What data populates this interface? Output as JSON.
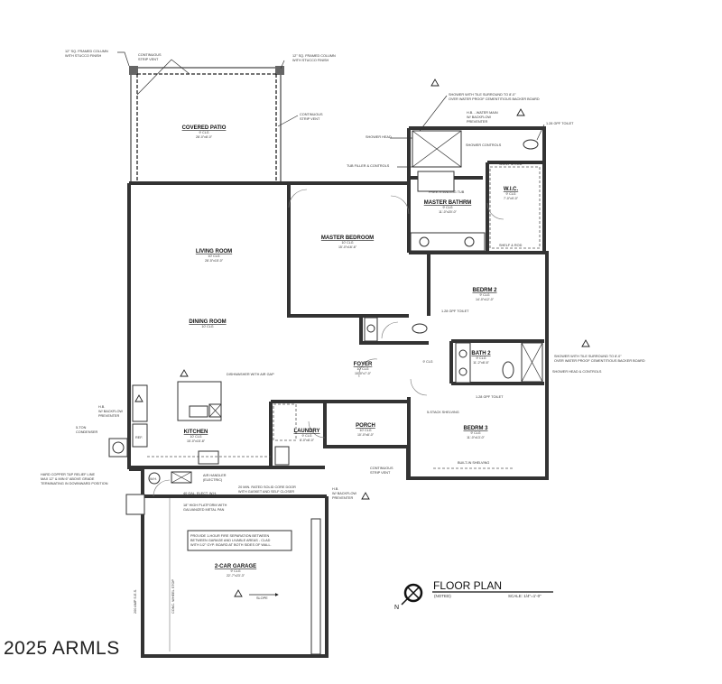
{
  "rooms": {
    "patio": {
      "name": "COVERED PATIO",
      "ceiling": "9' CLG",
      "size": "28'-0\"x8'-0\""
    },
    "living": {
      "name": "LIVING ROOM",
      "ceiling": "10' CLG",
      "size": "28'-5\"x15'-0\""
    },
    "dining": {
      "name": "DINING ROOM",
      "ceiling": "10' CLG"
    },
    "kitchen": {
      "name": "KITCHEN",
      "ceiling": "10' CLG",
      "size": "15'-0\"x15'-8\""
    },
    "master_bed": {
      "name": "MASTER BEDROOM",
      "ceiling": "10' CLG",
      "size": "15'-0\"x16'-6\""
    },
    "master_bath": {
      "name": "MASTER BATHRM",
      "ceiling": "9' CLG",
      "size": "11'-0\"x20'-0\""
    },
    "wic": {
      "name": "W.I.C.",
      "ceiling": "9' CLG",
      "size": "7'-0\"x9'-0\""
    },
    "bed2": {
      "name": "BEDRM 2",
      "ceiling": "9' CLG",
      "size": "14'-0\"x12'-0\""
    },
    "bath2": {
      "name": "BATH 2",
      "ceiling": "9' CLG",
      "size": "11'-2\"x8'-6\""
    },
    "foyer": {
      "name": "FOYER",
      "ceiling": "10' CLG",
      "size": "10'-0\"x7'-0\""
    },
    "porch": {
      "name": "PORCH",
      "ceiling": "10' CLG",
      "size": "10'-0\"x8'-0\""
    },
    "laundry": {
      "name": "LAUNDRY",
      "ceiling": "9' CLG",
      "size": "8'-0\"x8'-0\""
    },
    "bed3": {
      "name": "BEDRM 3",
      "ceiling": "9' CLG",
      "size": "11'-0\"x13'-0\""
    },
    "garage": {
      "name": "2-CAR GARAGE",
      "ceiling": "9' CLG",
      "size": "22'-7\"x23'-3\""
    },
    "hall": {
      "ceiling": "9' CLG"
    }
  },
  "notes": {
    "column_left": [
      "12\" SQ. FRAMED COLUMN",
      "WITH STUCCO FINISH"
    ],
    "column_right": [
      "12\" SQ. FRAMED COLUMN",
      "WITH STUCCO FINISH"
    ],
    "strip_vent_top": [
      "CONTINUOUS",
      "STRIP VENT"
    ],
    "strip_vent_right": [
      "CONTINUOUS",
      "STRIP VENT"
    ],
    "strip_vent_porch": [
      "CONTINUOUS",
      "STRIP VENT"
    ],
    "shower_master": [
      "SHOWER WITH TILE SURROUND TO 8'-0\"",
      "OVER WATER PROOF CEMENTITIOUS BACKER BOARD"
    ],
    "hose_bib_master": [
      "H.B. - WATER MAIN",
      "W/ BACKFLOW",
      "PREVENTER"
    ],
    "toilet_master": "1.28 GPF TOILET",
    "shower_head": "SHOWER HEAD",
    "shower_controls": "SHOWER CONTROLS",
    "tub_filler": "TUB FILLER & CONTROLS",
    "tub": "FREE-STANDING TUB",
    "shelf_rod": "SHELF & ROD",
    "toilet_hall": "1.28 GPF TOILET",
    "shower_bath2": [
      "SHOWER WITH TILE SURROUND TO 8'-0\"",
      "OVER WATER PROOF CEMENTITIOUS BACKER BOARD"
    ],
    "shower_head_bath2": "SHOWER HEAD & CONTROLS",
    "toilet_bath2": "1.28 GPF TOILET",
    "shelving": "5-STACK SHELVING",
    "built_in": "BUILT-IN SHELVING",
    "dishwasher": "DISHWASHER WITH AIR GAP",
    "hb_left": [
      "H.B.",
      "W/ BACKFLOW",
      "PREVENTER"
    ],
    "condenser": [
      "5-TON",
      "CONDENSER"
    ],
    "relief": [
      "HARD COPPER T&P RELIEF LINE",
      "MAX 12\" & MIN 6\" ABOVE GRADE",
      "TERMINATING IN DOWNWARD POSITION"
    ],
    "air_handler": [
      "AIR HANDLER",
      "(ELECTRIC)"
    ],
    "water_heater": "40 GAL. ELECT. W.H.",
    "platform": [
      "18\" HIGH PLATFORM WITH",
      "GALVANIZED METAL PAN"
    ],
    "fire_door": [
      "20 MIN. RATED SOLID CORE DOOR",
      "WITH GASKET AND SELF CLOSER"
    ],
    "hb_garage": [
      "H.B.",
      "W/ BACKFLOW",
      "PREVENTER"
    ],
    "fire_separation": [
      "PROVIDE 1-HOUR FIRE SEPARATION BETWEEN",
      "BETWEEN GARAGE AND LIVABLE AREAS - CLAD",
      "WITH 1/2\" GYP. BOARD AT BOTH SIDES OF WALL."
    ],
    "wheel_stop": "CONC. WHEEL STOP",
    "slope": "SLOPE",
    "panel": "200 AMP S.E.S.",
    "ref": "REF.",
    "wh": "W.H."
  },
  "title": {
    "label": "FLOOR PLAN",
    "sub": "(NOTED)",
    "scale": "SCALE: 1/4\"=1'-0\"",
    "north": "N"
  },
  "watermark": "2025 ARMLS"
}
